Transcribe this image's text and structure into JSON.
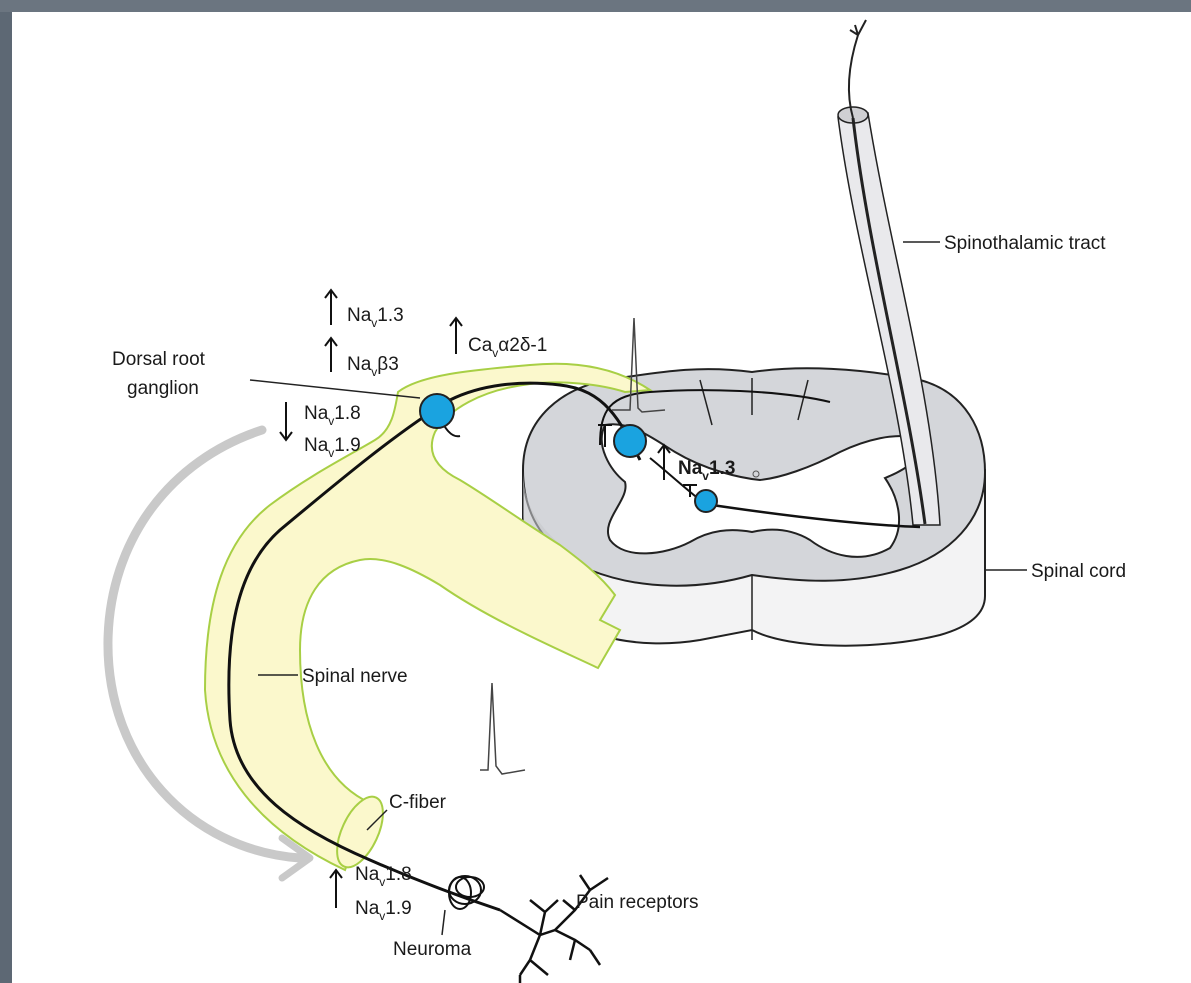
{
  "labels": {
    "spinothalamic_tract": "Spinothalamic tract",
    "spinal_cord": "Spinal cord",
    "dorsal_root_ganglion_line1": "Dorsal root",
    "dorsal_root_ganglion_line2": "ganglion",
    "spinal_nerve": "Spinal nerve",
    "c_fiber": "C-fiber",
    "pain_receptors": "Pain receptors",
    "neuroma": "Neuroma"
  },
  "channels": {
    "drg_up_1": {
      "prefix": "Na",
      "sub": "v",
      "suffix": "1.3"
    },
    "drg_up_2": {
      "prefix": "Na",
      "sub": "v",
      "suffix": "β3"
    },
    "drg_up_3": {
      "prefix": "Ca",
      "sub": "v",
      "suffix": "α2δ-1"
    },
    "drg_down_1": {
      "prefix": "Na",
      "sub": "v",
      "suffix": "1.8"
    },
    "drg_down_2": {
      "prefix": "Na",
      "sub": "v",
      "suffix": "1.9"
    },
    "dorsal_horn_up": {
      "prefix": "Na",
      "sub": "v",
      "suffix": "1.3"
    },
    "neuroma_up_1": {
      "prefix": "Na",
      "sub": "v",
      "suffix": "1.8"
    },
    "neuroma_up_2": {
      "prefix": "Na",
      "sub": "v",
      "suffix": "1.9"
    }
  },
  "colors": {
    "nerve_fill": "#fbf8cc",
    "nerve_outline": "#a8cf45",
    "cell_body": "#1aa3e0",
    "cord_top": "#d4d6da",
    "cord_side": "#f3f3f4",
    "arrow_gray": "#c9c9c9",
    "background": "#5d6874"
  }
}
